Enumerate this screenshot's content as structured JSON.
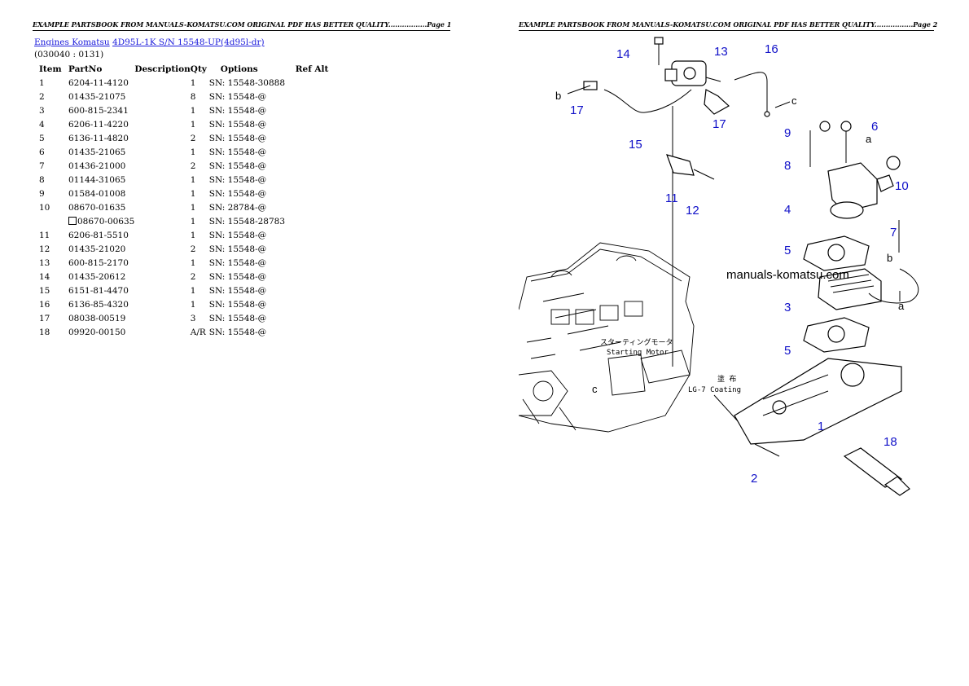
{
  "headers": {
    "page1": "EXAMPLE PARTSBOOK FROM MANUALS-KOMATSU.COM ORIGINAL PDF HAS BETTER QUALITY.................Page 1",
    "page2": "EXAMPLE PARTSBOOK FROM MANUALS-KOMATSU.COM ORIGINAL PDF HAS BETTER QUALITY.................Page 2"
  },
  "breadcrumb": {
    "link1": "Engines Komatsu",
    "link2": "4D95L-1K S/N 15548-UP(4d95l-dr)"
  },
  "code": "(030040 : 0131)",
  "table": {
    "columns": [
      "Item",
      "PartNo",
      "Description",
      "Qty",
      "Options",
      "Ref Alt"
    ],
    "rows": [
      {
        "item": "1",
        "part": "6204-11-4120",
        "desc": "",
        "qty": "1",
        "opt": "SN: 15548-30888",
        "box": false
      },
      {
        "item": "2",
        "part": "01435-21075",
        "desc": "",
        "qty": "8",
        "opt": "SN: 15548-@",
        "box": false
      },
      {
        "item": "3",
        "part": "600-815-2341",
        "desc": "",
        "qty": "1",
        "opt": "SN: 15548-@",
        "box": false
      },
      {
        "item": "4",
        "part": "6206-11-4220",
        "desc": "",
        "qty": "1",
        "opt": "SN: 15548-@",
        "box": false
      },
      {
        "item": "5",
        "part": "6136-11-4820",
        "desc": "",
        "qty": "2",
        "opt": "SN: 15548-@",
        "box": false
      },
      {
        "item": "6",
        "part": "01435-21065",
        "desc": "",
        "qty": "1",
        "opt": "SN: 15548-@",
        "box": false
      },
      {
        "item": "7",
        "part": "01436-21000",
        "desc": "",
        "qty": "2",
        "opt": "SN: 15548-@",
        "box": false
      },
      {
        "item": "8",
        "part": "01144-31065",
        "desc": "",
        "qty": "1",
        "opt": "SN: 15548-@",
        "box": false
      },
      {
        "item": "9",
        "part": "01584-01008",
        "desc": "",
        "qty": "1",
        "opt": "SN: 15548-@",
        "box": false
      },
      {
        "item": "10",
        "part": "08670-01635",
        "desc": "",
        "qty": "1",
        "opt": "SN: 28784-@",
        "box": false
      },
      {
        "item": "",
        "part": "08670-00635",
        "desc": "",
        "qty": "1",
        "opt": "SN: 15548-28783",
        "box": true
      },
      {
        "item": "11",
        "part": "6206-81-5510",
        "desc": "",
        "qty": "1",
        "opt": "SN: 15548-@",
        "box": false
      },
      {
        "item": "12",
        "part": "01435-21020",
        "desc": "",
        "qty": "2",
        "opt": "SN: 15548-@",
        "box": false
      },
      {
        "item": "13",
        "part": "600-815-2170",
        "desc": "",
        "qty": "1",
        "opt": "SN: 15548-@",
        "box": false
      },
      {
        "item": "14",
        "part": "01435-20612",
        "desc": "",
        "qty": "2",
        "opt": "SN: 15548-@",
        "box": false
      },
      {
        "item": "15",
        "part": "6151-81-4470",
        "desc": "",
        "qty": "1",
        "opt": "SN: 15548-@",
        "box": false
      },
      {
        "item": "16",
        "part": "6136-85-4320",
        "desc": "",
        "qty": "1",
        "opt": "SN: 15548-@",
        "box": false
      },
      {
        "item": "17",
        "part": "08038-00519",
        "desc": "",
        "qty": "3",
        "opt": "SN: 15548-@",
        "box": false
      },
      {
        "item": "18",
        "part": "09920-00150",
        "desc": "",
        "qty": "A/R",
        "opt": "SN: 15548-@",
        "box": false
      }
    ]
  },
  "diagram": {
    "watermark": "manuals-komatsu.com",
    "starting_motor_jp": "スターティングモータ",
    "starting_motor": "Starting Motor",
    "coating_jp": "塗 布",
    "coating": "LG-7 Coating",
    "callouts": [
      "1",
      "2",
      "3",
      "4",
      "5",
      "5",
      "6",
      "7",
      "8",
      "9",
      "10",
      "11",
      "12",
      "13",
      "14",
      "15",
      "16",
      "17",
      "17",
      "18"
    ],
    "ref_letters": [
      "a",
      "a",
      "b",
      "b",
      "c",
      "c"
    ],
    "callout_color": "#1010c8"
  }
}
